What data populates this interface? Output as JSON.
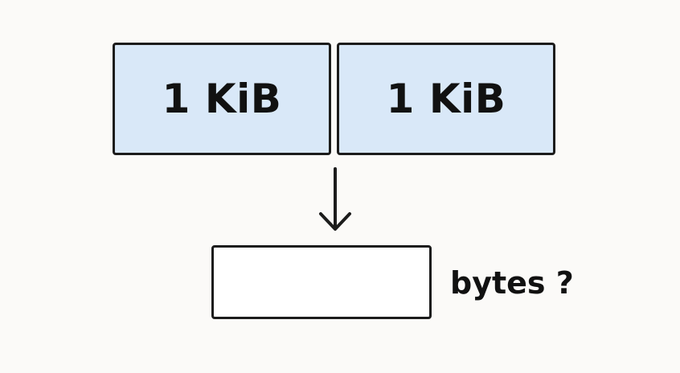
{
  "blocks": [
    {
      "label": "1 KiB"
    },
    {
      "label": "1 KiB"
    }
  ],
  "answer": {
    "value": "",
    "unit_label": "bytes ?"
  },
  "colors": {
    "block_fill": "#d9e8f8",
    "outline": "#1c1c1c",
    "background": "#fbfaf8"
  },
  "icons": {
    "arrow": "arrow-down-icon"
  }
}
